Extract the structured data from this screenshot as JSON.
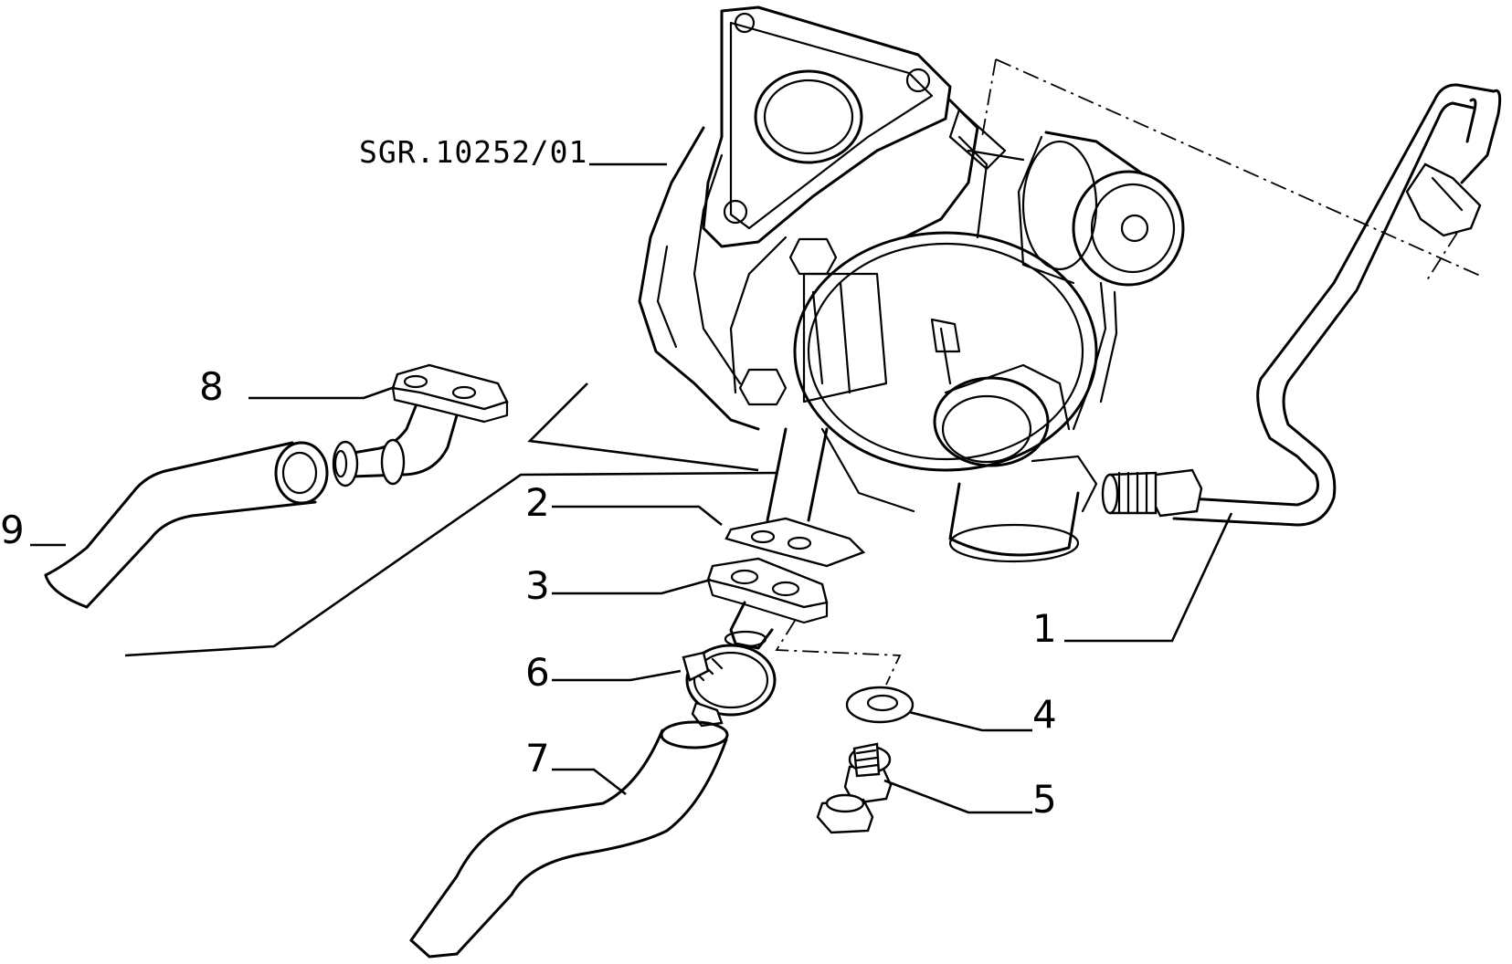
{
  "diagram": {
    "reference_code": "SGR.10252/01",
    "callouts": [
      {
        "id": "1",
        "label": "1"
      },
      {
        "id": "2",
        "label": "2"
      },
      {
        "id": "3",
        "label": "3"
      },
      {
        "id": "4",
        "label": "4"
      },
      {
        "id": "5",
        "label": "5"
      },
      {
        "id": "6",
        "label": "6"
      },
      {
        "id": "7",
        "label": "7"
      },
      {
        "id": "8",
        "label": "8"
      },
      {
        "id": "9",
        "label": "9"
      }
    ]
  }
}
